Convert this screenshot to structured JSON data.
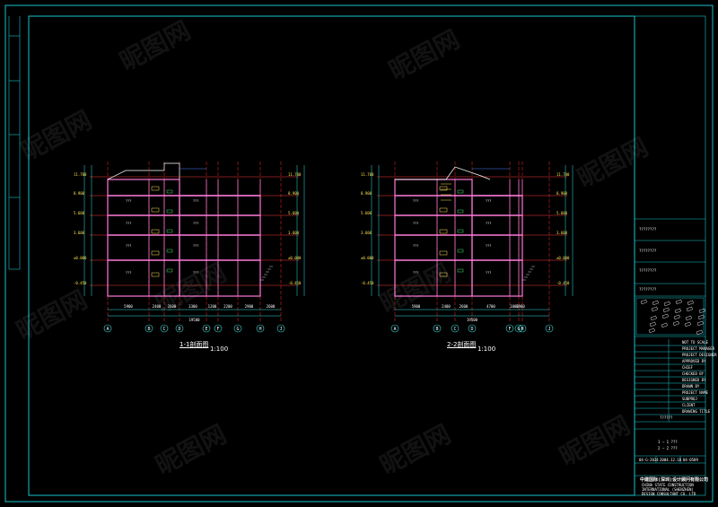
{
  "colors": {
    "frame": "#17c5cc",
    "wall": "#ff7ad9",
    "grid_axis": "#ff2a2a",
    "level_line": "#ff3b3b",
    "dim": "#38e0e0",
    "white": "#ffffff",
    "yellow": "#ffe14d",
    "green": "#3ee06a",
    "blue": "#4a7dff"
  },
  "section1": {
    "title": "1-1剖面图",
    "scale": "1:100",
    "axes": [
      "A",
      "B",
      "C",
      "D",
      "E",
      "F",
      "G",
      "H",
      "J"
    ],
    "levels": [
      "11.700",
      "8.900",
      "5.600",
      "3.600",
      "±0.000",
      "-0.450"
    ],
    "dims_bottom": [
      "5900",
      "2400",
      "2600",
      "3300",
      "1200",
      "2200",
      "2900",
      "2600"
    ],
    "dims_total": "19500"
  },
  "section2": {
    "title": "2-2剖面图",
    "scale": "1:100",
    "axes": [
      "A",
      "B",
      "C",
      "D",
      "F",
      "G",
      "H",
      "J"
    ],
    "levels": [
      "11.700",
      "8.900",
      "5.600",
      "3.600",
      "±0.000",
      "-0.450"
    ],
    "dims_bottom": [
      "5900",
      "2400",
      "2600",
      "4700",
      "1000",
      "2900"
    ],
    "dims_total": "19500"
  },
  "title_block": {
    "rows": [
      "????????",
      "????????",
      "????????",
      "????????",
      "????????"
    ],
    "right_labels": [
      "NOT TO SCALE",
      "PROJECT MANAGER",
      "PROJECT DESIGNER",
      "APPROVED BY",
      "CHIEF",
      "CHECKED BY",
      "DESIGNED BY",
      "DRAWN BY",
      "PROJECT NAME",
      "SUBPROJ",
      "CLIENT",
      "DRAWING TITLE"
    ],
    "drawing_title": "??????",
    "date_left": "04-G-2034",
    "date_mid": "2004.12.18",
    "sheet": "04-0509",
    "legend_1": "1 — 1 ???",
    "legend_2": "2 — 2 ???",
    "company_cn": "中建国际(深圳)设计顾问有限公司",
    "company_en_1": "CHINA STATE CONSTRUCTION",
    "company_en_2": "INTERNATIONAL (SHENZHEN)",
    "company_en_3": "DESIGN CONSULTANT CO. LTD"
  },
  "watermark_text": "昵图网"
}
